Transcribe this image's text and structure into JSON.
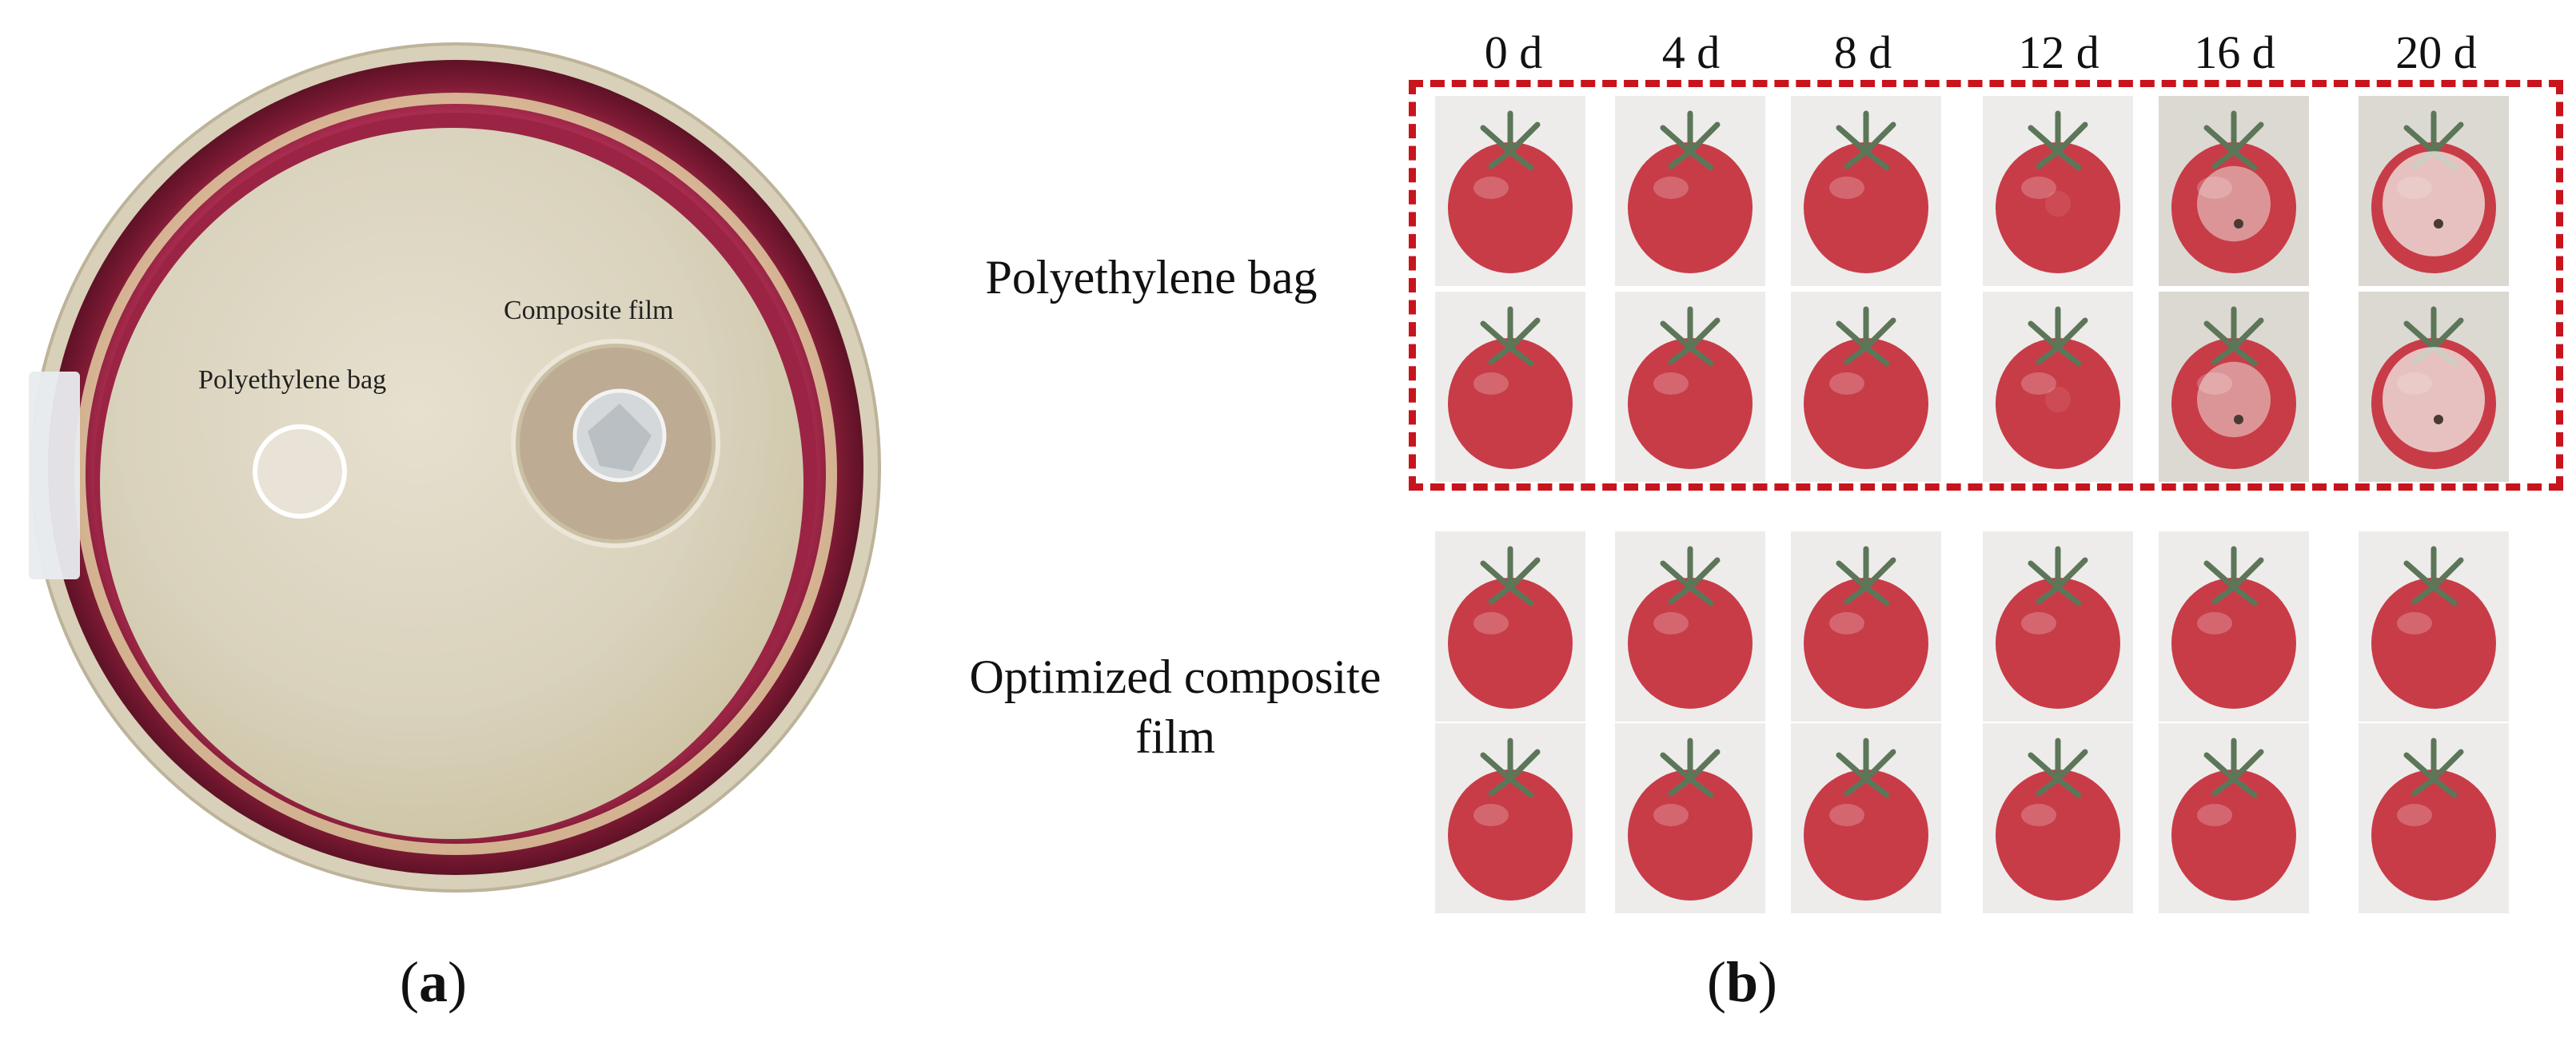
{
  "panel_a": {
    "label_polyethylene": "Polyethylene bag",
    "label_composite": "Composite film",
    "caption_open": "(",
    "caption_letter": "a",
    "caption_close": ")"
  },
  "panel_b": {
    "days": [
      "0 d",
      "4 d",
      "8 d",
      "12 d",
      "16 d",
      "20 d"
    ],
    "row_polyethylene": "Polyethylene bag",
    "row_composite_line1": "Optimized composite",
    "row_composite_line2": "film",
    "caption_open": "(",
    "caption_letter": "b",
    "caption_close": ")",
    "spoilage_level_by_day": [
      0,
      0,
      0,
      0.1,
      0.6,
      0.9
    ],
    "highlight_color": "#c8141c"
  },
  "colors": {
    "dish_rim": "#8e1c3a",
    "agar": "#dcd6c4",
    "tomato": "#c42c38",
    "stem": "#4f6b4a"
  }
}
